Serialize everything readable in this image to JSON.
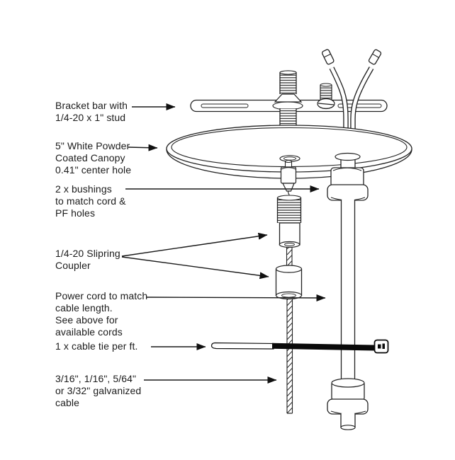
{
  "colors": {
    "line": "#222222",
    "fill": "#ffffff",
    "tie_band": "#0a0a0a"
  },
  "labels": [
    {
      "id": "bracket_bar",
      "text": "Bracket bar with\n1/4-20 x 1\" stud"
    },
    {
      "id": "canopy",
      "text": "5\" White Powder\nCoated Canopy\n0.41\" center hole"
    },
    {
      "id": "bushings",
      "text": "2 x bushings\nto match cord &\nPF holes"
    },
    {
      "id": "coupler",
      "text": "1/4-20 Slipring\nCoupler"
    },
    {
      "id": "power_cord",
      "text": "Power cord to match\ncable length.\nSee above for\navailable cords"
    },
    {
      "id": "cable_tie",
      "text": "1 x cable tie per ft."
    },
    {
      "id": "galvanized_cable",
      "text": "3/16\", 1/16\", 5/64\"\nor 3/32\" galvanized\ncable"
    }
  ]
}
